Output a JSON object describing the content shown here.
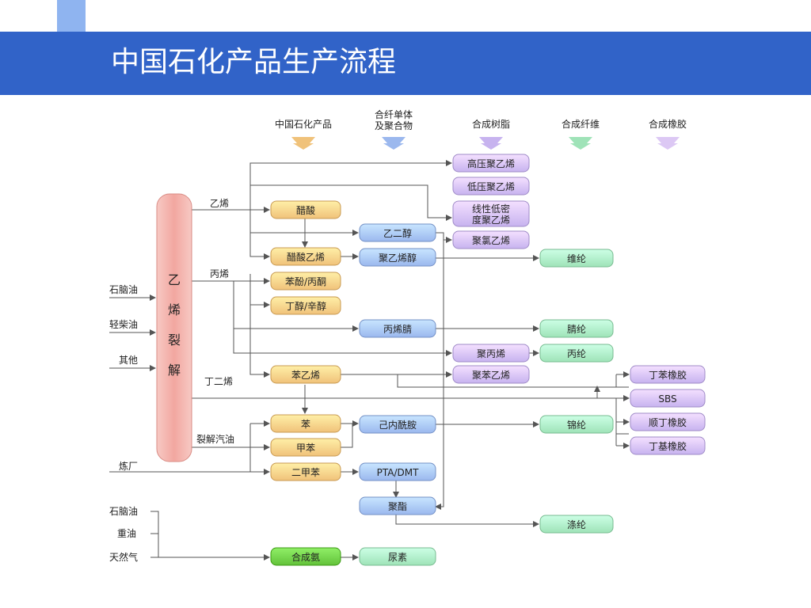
{
  "title": "中国石化产品生产流程",
  "columns": [
    {
      "id": "col-products",
      "label": [
        "中国石化产品"
      ],
      "color": "#f0c27a"
    },
    {
      "id": "col-fiber-monomer",
      "label": [
        "合纤单体",
        "及聚合物"
      ],
      "color": "#9bb8ee"
    },
    {
      "id": "col-resin",
      "label": [
        "合成树脂"
      ],
      "color": "#c7b3ef"
    },
    {
      "id": "col-fiber",
      "label": [
        "合成纤维"
      ],
      "color": "#9fe3b8"
    },
    {
      "id": "col-rubber",
      "label": [
        "合成橡胶"
      ],
      "color": "#dcc8f4"
    }
  ],
  "feedstocks": {
    "naphtha": "石脑油",
    "light_diesel": "轻柴油",
    "other": "其他",
    "refinery": "炼厂",
    "naphtha2": "石脑油",
    "heavy_oil": "重油",
    "natural_gas": "天然气"
  },
  "cracker_label": "乙烯裂解",
  "streams": {
    "ethylene": "乙烯",
    "propylene": "丙烯",
    "butadiene": "丁二烯",
    "cracked_gasoline": "裂解汽油"
  },
  "nodes": {
    "acetic_acid": "醋酸",
    "vinyl_acetate": "醋酸乙烯",
    "phenol_acetone": "苯酚/丙酮",
    "butanol_octanol": "丁醇/辛醇",
    "styrene": "苯乙烯",
    "benzene": "苯",
    "toluene": "甲苯",
    "xylene": "二甲苯",
    "ammonia": "合成氨",
    "glycol": "乙二醇",
    "pva": "聚乙烯醇",
    "acrylonitrile": "丙烯腈",
    "caprolactam": "己内酰胺",
    "pta_dmt": "PTA/DMT",
    "polyester": "聚酯",
    "urea": "尿素",
    "ldpe": "高压聚乙烯",
    "hdpe": "低压聚乙烯",
    "lldpe": [
      "线性低密",
      "度聚乙烯"
    ],
    "pvc": "聚氯乙烯",
    "pp": "聚丙烯",
    "ps": "聚苯乙烯",
    "vinylon": "维纶",
    "acrylic": "腈纶",
    "polypropylene_fiber": "丙纶",
    "nylon": "锦纶",
    "polyester_fiber": "涤纶",
    "sbr": "丁苯橡胶",
    "sbs": "SBS",
    "br": "顺丁橡胶",
    "iir": "丁基橡胶"
  },
  "colors": {
    "header": "#3163c8",
    "node_orange": "#f0c27a",
    "node_blue": "#9bb8ee",
    "node_purple": "#c7b3ef",
    "node_green": "#9fe3b8",
    "node_dark_green": "#63c23a",
    "cracker": "#f2a7a0"
  }
}
